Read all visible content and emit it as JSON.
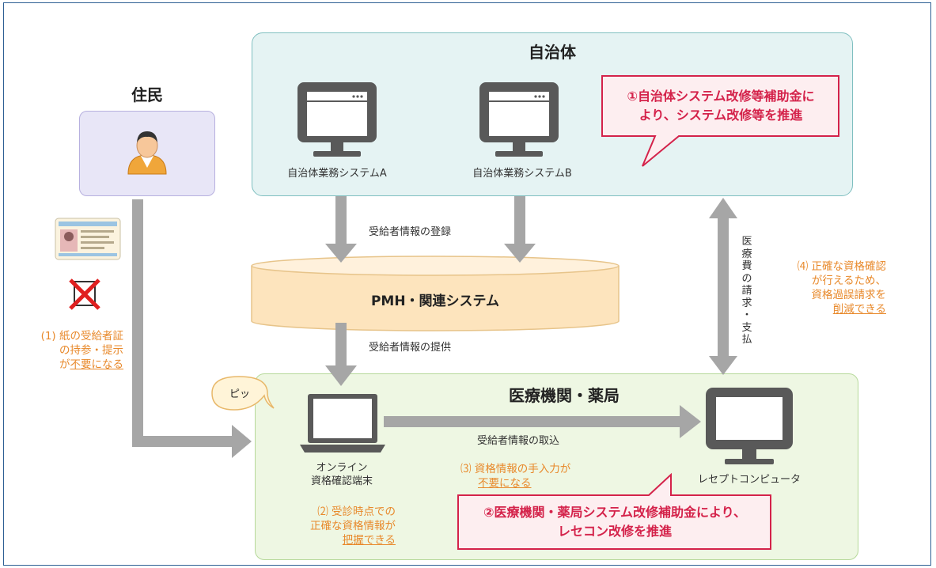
{
  "colors": {
    "frame": "#2d5f93",
    "municipality_bg": "#e5f3f3",
    "municipality_border": "#7fbfc0",
    "resident_bg": "#e8e6f7",
    "resident_border": "#b7b0df",
    "medical_bg": "#eef7e3",
    "medical_border": "#b6d99a",
    "database_fill": "#fde4bd",
    "arrow_gray": "#a6a6a6",
    "annotation_orange": "#e8892b",
    "callout_red": "#d4224a",
    "callout_bg": "#fdeef0"
  },
  "municipality": {
    "title": "自治体",
    "system_a": "自治体業務システムA",
    "system_b": "自治体業務システムB"
  },
  "resident": {
    "title": "住民",
    "person_icon": "resident-person-icon",
    "card_icon": "insurance-card-icon"
  },
  "database": {
    "label": "PMH・関連システム"
  },
  "medical": {
    "title": "医療機関・薬局",
    "terminal_line1": "オンライン",
    "terminal_line2": "資格確認端末",
    "receipt_computer": "レセプトコンピュータ",
    "beep": "ピッ"
  },
  "flows": {
    "register": "受給者情報の登録",
    "provide": "受給者情報の提供",
    "import": "受給者情報の取込",
    "billing": [
      "医",
      "療",
      "費",
      "の",
      "請",
      "求",
      "・",
      "支",
      "払"
    ]
  },
  "notes": {
    "n1": {
      "line1": "(1) 紙の受給者証",
      "line2": "の持参・提示",
      "line3_prefix": "が",
      "line3_underlined": "不要になる"
    },
    "n2": {
      "line1": "⑵ 受診時点での",
      "line2": "正確な資格情報が",
      "line3_underlined": "把握できる"
    },
    "n3": {
      "line1": "⑶ 資格情報の手入力が",
      "line2_underlined": "不要になる"
    },
    "n4": {
      "line1": "⑷ 正確な資格確認",
      "line2": "が行えるため、",
      "line3": "資格過誤請求を",
      "line4_underlined": "削減できる"
    }
  },
  "callouts": {
    "c1": {
      "line1": "①自治体システム改修等補助金に",
      "line2": "より、システム改修等を推進"
    },
    "c2": {
      "line1": "②医療機関・薬局システム改修補助金により、",
      "line2": "レセコン改修を推進"
    }
  }
}
